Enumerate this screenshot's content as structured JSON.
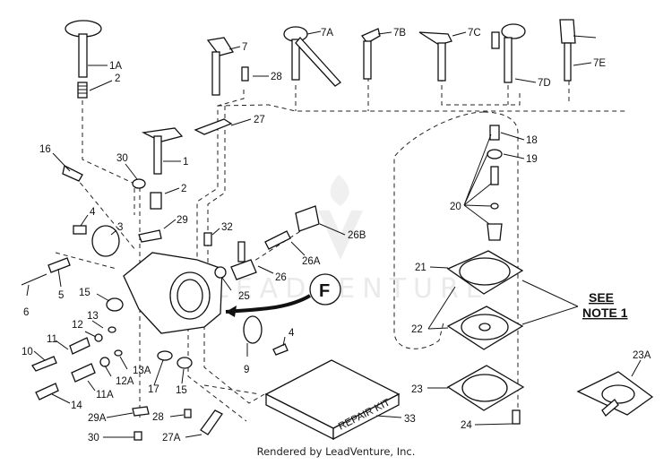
{
  "diagram": {
    "title": "Carburetor exploded parts diagram",
    "watermark": "LEADVENTURE",
    "credit": "Rendered by LeadVenture, Inc.",
    "note": {
      "line1": "SEE",
      "line2": "NOTE 1"
    },
    "section_marker": "F",
    "repair_kit_text": "REPAIR KIT",
    "callouts": {
      "p1A": "1A",
      "p2a": "2",
      "p7": "7",
      "p28a": "28",
      "p7A": "7A",
      "p7B": "7B",
      "p7C": "7C",
      "p7D": "7D",
      "p7E": "7E",
      "p27": "27",
      "p16": "16",
      "p30a": "30",
      "p1": "1",
      "p2b": "2",
      "p4a": "4",
      "p3": "3",
      "p29": "29",
      "p32": "32",
      "p26B": "26B",
      "p26A": "26A",
      "p26": "26",
      "p25": "25",
      "p5": "5",
      "p6": "6",
      "p15a": "15",
      "p13": "13",
      "p12": "12",
      "p11": "11",
      "p10": "10",
      "p13A": "13A",
      "p12A": "12A",
      "p11A": "11A",
      "p14": "14",
      "p17": "17",
      "p15b": "15",
      "p9": "9",
      "p4b": "4",
      "p29A": "29A",
      "p28b": "28",
      "p27A": "27A",
      "p30b": "30",
      "p33": "33",
      "p18": "18",
      "p19": "19",
      "p20": "20",
      "p21": "21",
      "p22": "22",
      "p23": "23",
      "p24": "24",
      "p23A": "23A"
    }
  }
}
